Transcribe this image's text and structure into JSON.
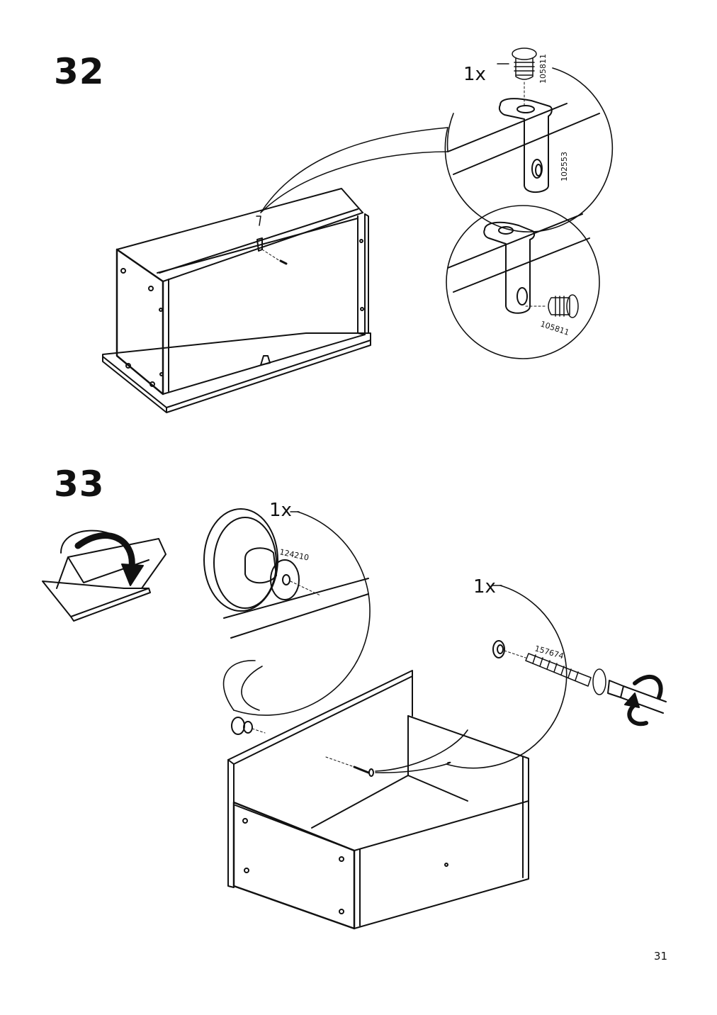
{
  "page": {
    "number": "31"
  },
  "steps": [
    {
      "number": "32",
      "quantity_label": "1x",
      "parts": [
        "105811",
        "102553",
        "105811"
      ]
    },
    {
      "number": "33",
      "quantity_labels": [
        "1x",
        "1x"
      ],
      "parts": [
        "124210",
        "157674"
      ]
    }
  ]
}
